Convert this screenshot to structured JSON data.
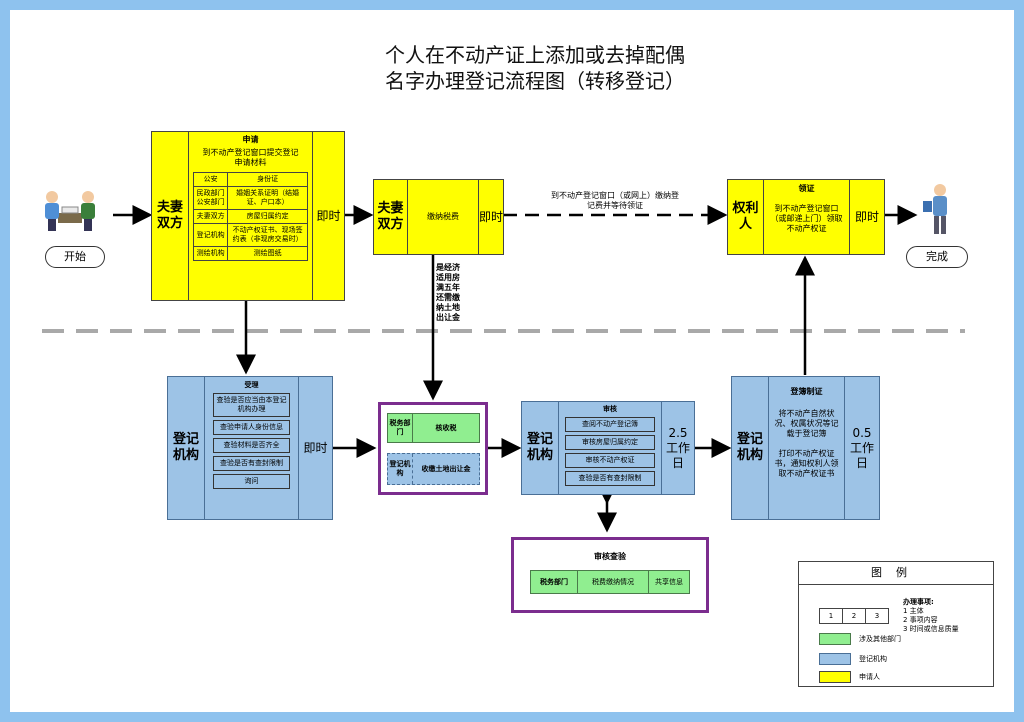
{
  "title": {
    "line1": "个人在不动产证上添加或去掉配偶",
    "line2": "名字办理登记流程图（转移登记）"
  },
  "start": {
    "icon": "people-meeting-icon",
    "label": "开始"
  },
  "end": {
    "icon": "person-walking-icon",
    "label": "完成"
  },
  "apply": {
    "actor": "夫妻双方",
    "heading": "申请",
    "subtitle": "到不动产登记窗口提交登记申请材料",
    "rows": [
      {
        "dept": "公安",
        "item": "身份证"
      },
      {
        "dept": "民政部门公安部门",
        "item": "婚姻关系证明（结婚证、户口本）"
      },
      {
        "dept": "夫妻双方",
        "item": "房屋归属约定"
      },
      {
        "dept": "登记机构",
        "item": "不动产权证书、现场签约表（非现房交易时）"
      },
      {
        "dept": "测绘机构",
        "item": "测绘图纸"
      }
    ],
    "timing": "即时"
  },
  "tax": {
    "actor": "夫妻双方",
    "content": "缴纳税费",
    "timing": "即时"
  },
  "dashed_note": "到不动产登记窗口（或网上）缴纳登记费并等待领证",
  "tax_note": "是经济适用房满五年还需缴纳土地出让金",
  "certificate": {
    "actor": "权利人",
    "heading": "领证",
    "content": "到不动产登记窗口（或邮递上门）领取不动产权证",
    "timing": "即时"
  },
  "accept": {
    "actor": "登记机构",
    "heading": "受理",
    "steps": [
      "查验是否应当由本登记机构办理",
      "查验申请人身份信息",
      "查验材料是否齐全",
      "查验是否有查封限制",
      "询问"
    ],
    "timing": "即时"
  },
  "taxation": {
    "rows": [
      {
        "actor": "税务部门",
        "content": "核收税"
      },
      {
        "actor": "登记机构",
        "content": "收缴土地出让金"
      }
    ]
  },
  "review": {
    "actor": "登记机构",
    "heading": "审核",
    "steps": [
      "查阅不动产登记簿",
      "审核房屋归属约定",
      "审核不动产权证",
      "查验是否有查封限制"
    ],
    "timing": "2.5工作日"
  },
  "record": {
    "actor": "登记机构",
    "heading": "登簿制证",
    "content1": "将不动产自然状况、权属状况等记载于登记簿",
    "content2": "打印不动产权证书，通知权利人领取不动产权证书",
    "timing": "0.5工作日"
  },
  "verify": {
    "heading": "审核查验",
    "dept": "税务部门",
    "content": "税费缴纳情况",
    "share": "共享信息"
  },
  "legend": {
    "title": "图例",
    "cells": [
      "1",
      "2",
      "3"
    ],
    "notes_heading": "办理事项:",
    "notes": [
      "1 主体",
      "2 事项内容",
      "3 时间或信息质量"
    ],
    "items": [
      {
        "label": "涉及其他部门",
        "color": "#90ee90"
      },
      {
        "label": "登记机构",
        "color": "#9dc3e6"
      },
      {
        "label": "申请人",
        "color": "#ffff00"
      }
    ]
  },
  "colors": {
    "applicant": "#ffff00",
    "registry": "#9dc3e6",
    "other_dept": "#90ee90",
    "highlight_border": "#7b2d8e",
    "frame": "#8ec2ee"
  }
}
